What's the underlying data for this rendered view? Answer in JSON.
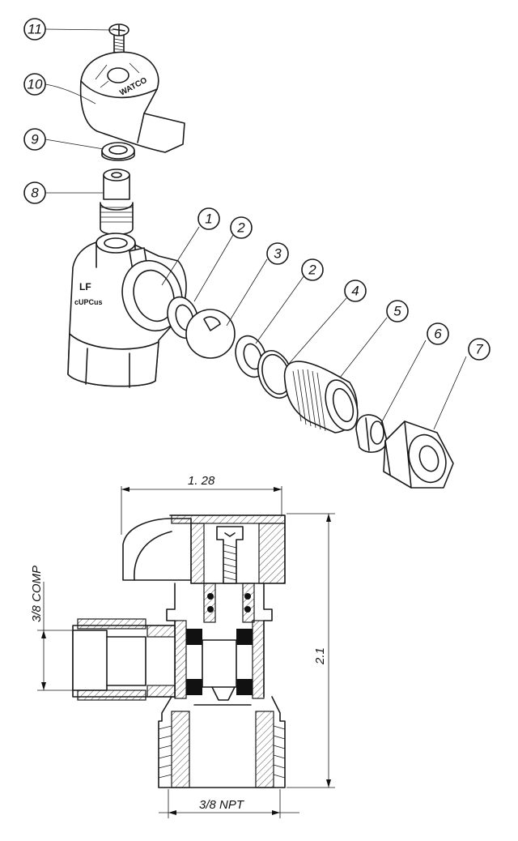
{
  "callouts": [
    "11",
    "10",
    "9",
    "8",
    "1",
    "2",
    "3",
    "2",
    "4",
    "5",
    "6",
    "7"
  ],
  "markings": {
    "handle_brand": "WATCO",
    "body_lf": "LF",
    "body_cert": "cUPCus"
  },
  "dimensions": {
    "width": "1. 28",
    "height": "2.1",
    "compression": "3/8 COMP",
    "thread": "3/8 NPT"
  }
}
